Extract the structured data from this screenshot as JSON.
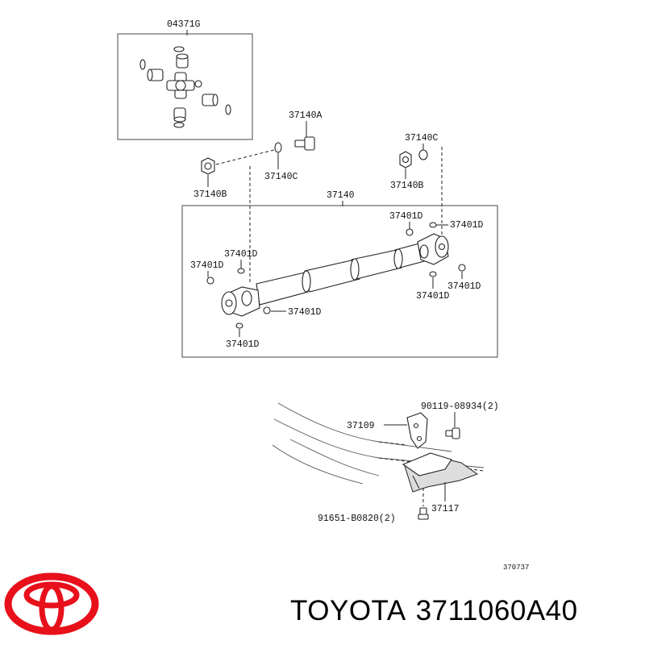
{
  "diagram": {
    "labels": {
      "universal_joint_kit": "04371G",
      "bolt_37140A": "37140A",
      "washer_37140C_left": "37140C",
      "washer_37140C_right": "37140C",
      "nut_37140B_left": "37140B",
      "nut_37140B_right": "37140B",
      "propeller_shaft_assy": "37140",
      "fitting_top_right_a": "37401D",
      "fitting_top_right_b": "37401D",
      "fitting_left_a": "37401D",
      "fitting_left_b": "37401D",
      "fitting_center_bottom": "37401D",
      "fitting_left_bottom": "37401D",
      "fitting_right_a": "37401D",
      "fitting_right_b": "37401D",
      "bolt_90119": "90119-08934(2)",
      "bracket_37109": "37109",
      "cover_37117": "37117",
      "bolt_91651": "91651-B0820(2)",
      "figure_code": "370737"
    }
  },
  "brand": {
    "name": "TOYOTA",
    "part_number": "3711060A40",
    "logo_color": "#e8101a"
  }
}
